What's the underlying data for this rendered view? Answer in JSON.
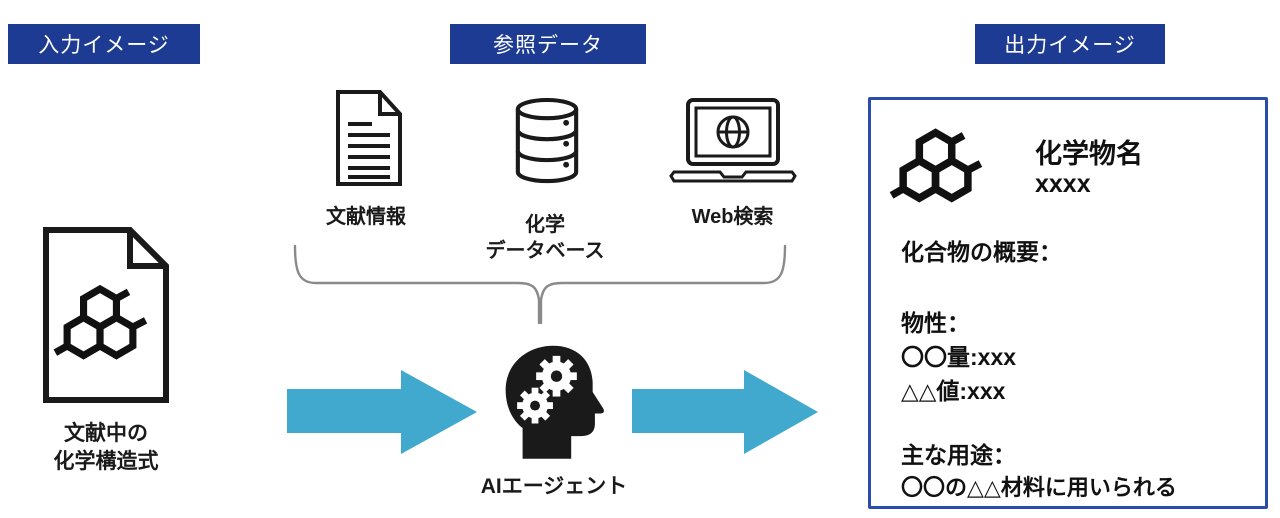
{
  "badges": {
    "input": "入力イメージ",
    "reference": "参照データ",
    "output": "出力イメージ"
  },
  "input_item": {
    "caption_line1": "文献中の",
    "caption_line2": "化学構造式",
    "icon": "document-chemical-structure-icon"
  },
  "reference_items": {
    "literature_label": "文献情報",
    "literature_icon": "document-text-icon",
    "database_label_line1": "化学",
    "database_label_line2": "データベース",
    "database_icon": "database-icon",
    "web_label": "Web検索",
    "web_icon": "laptop-globe-icon"
  },
  "agent": {
    "label": "AIエージェント",
    "icon": "head-gears-icon"
  },
  "output_card": {
    "chem_name_label": "化学物名",
    "chem_name_value": "xxxx",
    "overview_label": "化合物の概要：",
    "properties_label": "物性：",
    "property_1": "〇〇量:xxx",
    "property_2": "△△値:xxx",
    "uses_label": "主な用途：",
    "uses_value": "〇〇の△△材料に用いられる",
    "icon": "chemical-structure-icon"
  },
  "colors": {
    "badge_blue": "#1d3b93",
    "box_border_blue": "#2a4caa",
    "arrow_blue": "#41a8ce",
    "icon_black": "#1a1a1a",
    "brace_gray": "#8a8a8a"
  }
}
